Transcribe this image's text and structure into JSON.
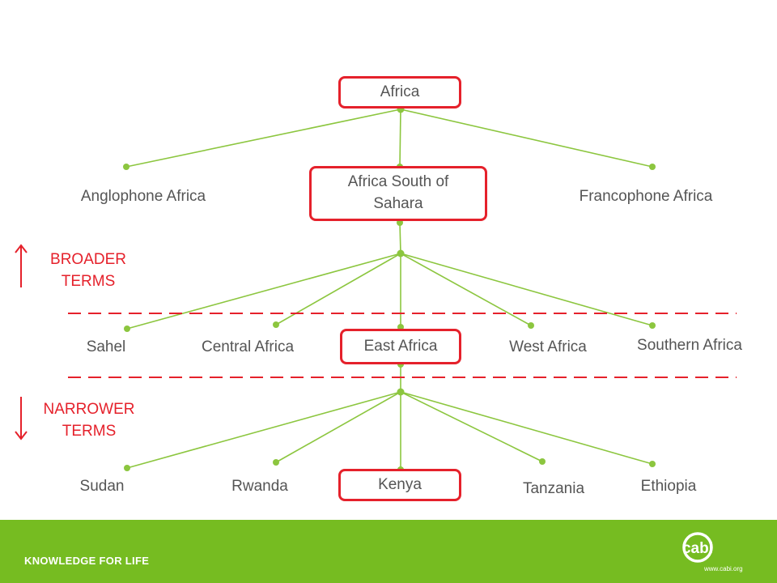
{
  "nodes": {
    "africa": "Africa",
    "anglophone": "Anglophone Africa",
    "south_of_sahara": "Africa South of Sahara",
    "francophone": "Francophone Africa",
    "sahel": "Sahel",
    "central": "Central Africa",
    "east": "East Africa",
    "west": "West Africa",
    "southern": "Southern Africa",
    "sudan": "Sudan",
    "rwanda": "Rwanda",
    "kenya": "Kenya",
    "tanzania": "Tanzania",
    "ethiopia": "Ethiopia"
  },
  "legend": {
    "broader": "BROADER TERMS",
    "narrower": "NARROWER TERMS"
  },
  "footer": {
    "tagline": "KNOWLEDGE FOR LIFE",
    "logo_text": "cabi",
    "logo_url": "www.cabi.org"
  },
  "colors": {
    "connector": "#8cc63f",
    "highlight": "#e5212b",
    "footer_bg": "#76bc21"
  }
}
